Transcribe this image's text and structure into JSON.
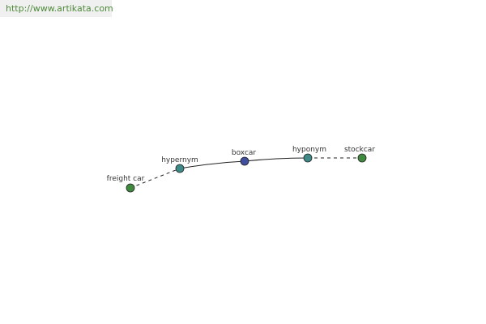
{
  "header": {
    "source_url": "http://www.artikata.com"
  },
  "graph": {
    "colors": {
      "hypernym_node": "#3d8a89",
      "center_node": "#3f4f9e",
      "hyponym_node": "#3d8a89",
      "leaf_node": "#3f8a3f",
      "edge": "#222222"
    },
    "nodes": [
      {
        "id": "freight-car",
        "label": "freight car",
        "role": "leaf"
      },
      {
        "id": "hypernym",
        "label": "hypernym",
        "role": "relation"
      },
      {
        "id": "boxcar",
        "label": "boxcar",
        "role": "center"
      },
      {
        "id": "hyponym",
        "label": "hyponym",
        "role": "relation"
      },
      {
        "id": "stockcar",
        "label": "stockcar",
        "role": "leaf"
      }
    ],
    "edges": [
      {
        "from": "freight-car",
        "to": "hypernym",
        "style": "dashed"
      },
      {
        "from": "hypernym",
        "to": "boxcar",
        "style": "solid"
      },
      {
        "from": "boxcar",
        "to": "hyponym",
        "style": "solid"
      },
      {
        "from": "hyponym",
        "to": "stockcar",
        "style": "dashed"
      }
    ]
  }
}
